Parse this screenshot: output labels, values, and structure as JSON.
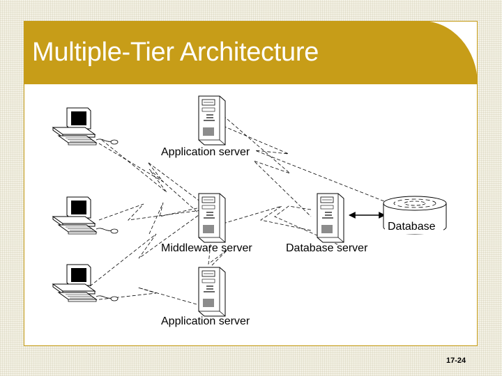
{
  "slide": {
    "title": "Multiple-Tier Architecture",
    "page_number": "17-24",
    "colors": {
      "accent": "#c79d18",
      "panel": "#ffffff",
      "background": "#f4f2e6"
    }
  },
  "diagram": {
    "labels": {
      "app_server_top": "Application server",
      "middleware_server": "Middleware server",
      "database_server": "Database server",
      "database": "Database",
      "app_server_bottom": "Application server"
    },
    "icons": {
      "client": "desktop-computer-icon",
      "server": "tower-server-icon",
      "database": "database-cylinder-icon"
    }
  }
}
